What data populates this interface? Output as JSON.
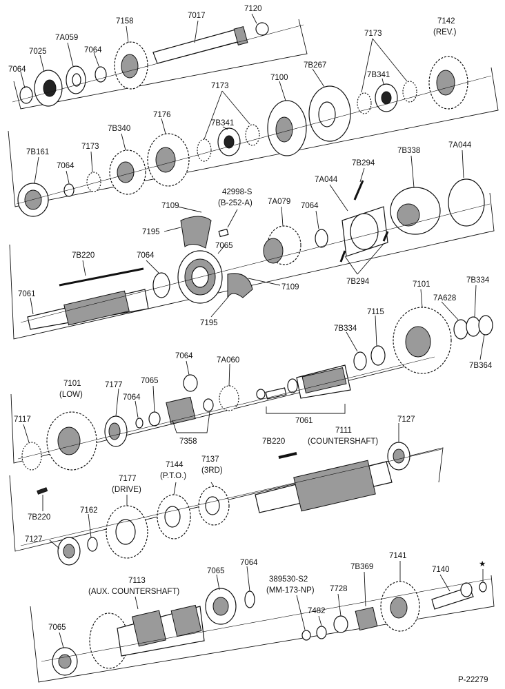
{
  "labels": {
    "p7064a": "7064",
    "p7025": "7025",
    "p7A059": "7A059",
    "p7064b": "7064",
    "p7158": "7158",
    "p7017": "7017",
    "p7120": "7120",
    "p7173a": "7173",
    "p7142": "7142",
    "p7142sub": "(REV.)",
    "p7B341a": "7B341",
    "p7B267": "7B267",
    "p7100": "7100",
    "p7173b": "7173",
    "p7B341b": "7B341",
    "p7176": "7176",
    "p7B340": "7B340",
    "p7173c": "7173",
    "p7B161": "7B161",
    "p7064c": "7064",
    "p7A044a": "7A044",
    "p7B338": "7B338",
    "p7B294a": "7B294",
    "p7A044b": "7A044",
    "p42998": "42998-S",
    "p42998sub": "(B-252-A)",
    "p7109a": "7109",
    "p7195a": "7195",
    "p7A079": "7A079",
    "p7064d": "7064",
    "p7065a": "7065",
    "p7B220a": "7B220",
    "p7064e": "7064",
    "p7109b": "7109",
    "p7B294b": "7B294",
    "p7061a": "7061",
    "p7195b": "7195",
    "p7101a": "7101",
    "p7B334a": "7B334",
    "p7A628": "7A628",
    "p7115": "7115",
    "p7B334b": "7B334",
    "p7B364": "7B364",
    "p7064f": "7064",
    "p7A060": "7A060",
    "p7101b": "7101",
    "p7101bsub": "(LOW)",
    "p7177a": "7177",
    "p7065b": "7065",
    "p7064g": "7064",
    "p7061b": "7061",
    "p7117": "7117",
    "p7358": "7358",
    "p7B220b": "7B220",
    "p7111": "7111",
    "p7111sub": "(COUNTERSHAFT)",
    "p7127a": "7127",
    "p7144": "7144",
    "p7144sub": "(P.T.O.)",
    "p7137": "7137",
    "p7137sub": "(3RD)",
    "p7177b": "7177",
    "p7177bsub": "(DRIVE)",
    "p7B220c": "7B220",
    "p7162": "7162",
    "p7127b": "7127",
    "p7065c": "7065",
    "p7064h": "7064",
    "p7113": "7113",
    "p7113sub": "(AUX. COUNTERSHAFT)",
    "p389530": "389530-S2",
    "p389530sub": "(MM-173-NP)",
    "p7B369": "7B369",
    "p7141": "7141",
    "p7140": "7140",
    "pstar": "★",
    "p7728": "7728",
    "p7482": "7482",
    "p7065d": "7065",
    "figref": "P-22279"
  }
}
